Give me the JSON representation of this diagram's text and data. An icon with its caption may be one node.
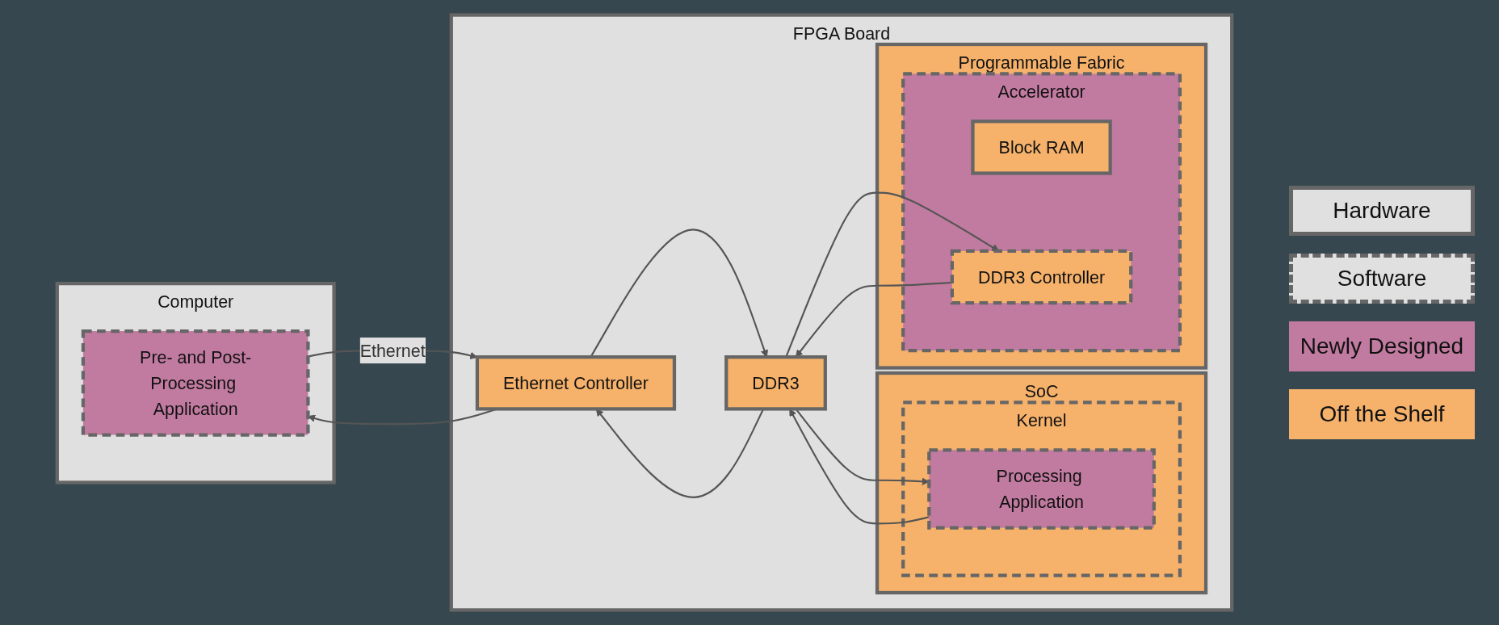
{
  "diagram": {
    "nodes": [
      {
        "text": [
          "Computer"
        ]
      },
      {
        "text": [
          "Pre- and Post-Processing Application"
        ],
        "in": 0
      },
      {
        "text": [
          "FPGA Board"
        ]
      },
      {
        "text": [
          "Ethernet Controller"
        ],
        "in": 2
      },
      {
        "text": [
          "DDR3"
        ],
        "in": 2
      },
      {
        "text": [
          "SoC"
        ],
        "in": 2
      },
      {
        "text": [
          "Kernel"
        ],
        "in": 5
      },
      {
        "text": [
          "Processing Application"
        ],
        "in": 6
      },
      {
        "text": [
          "Programmable Fabric"
        ],
        "in": 2
      },
      {
        "text": [
          "Accelerator"
        ],
        "in": 8
      },
      {
        "text": [
          "Block RAM"
        ],
        "in": 9
      },
      {
        "text": [
          "DDR3 Controller"
        ],
        "in": 9
      }
    ],
    "edges": [
      {
        "from": 1,
        "to": 3,
        "arrow": "to",
        "label": "Ethernet"
      },
      {
        "from": 3,
        "to": 1,
        "arrow": "to"
      },
      {
        "from": 3,
        "to": 4,
        "arrow": "to"
      },
      {
        "from": 4,
        "to": 3,
        "arrow": "to"
      },
      {
        "from": 4,
        "to": 7,
        "arrow": "to"
      },
      {
        "from": 7,
        "to": 4,
        "arrow": "to"
      },
      {
        "from": 4,
        "to": 11,
        "arrow": "to"
      },
      {
        "from": 11,
        "to": 4,
        "arrow": "to"
      }
    ],
    "legend": [
      {
        "text": "Hardware"
      },
      {
        "text": "Software"
      },
      {
        "text": "Newly Designed",
        "color": "#c27ba0"
      },
      {
        "text": "Off the Shelf",
        "color": "#f6b26b"
      }
    ]
  }
}
